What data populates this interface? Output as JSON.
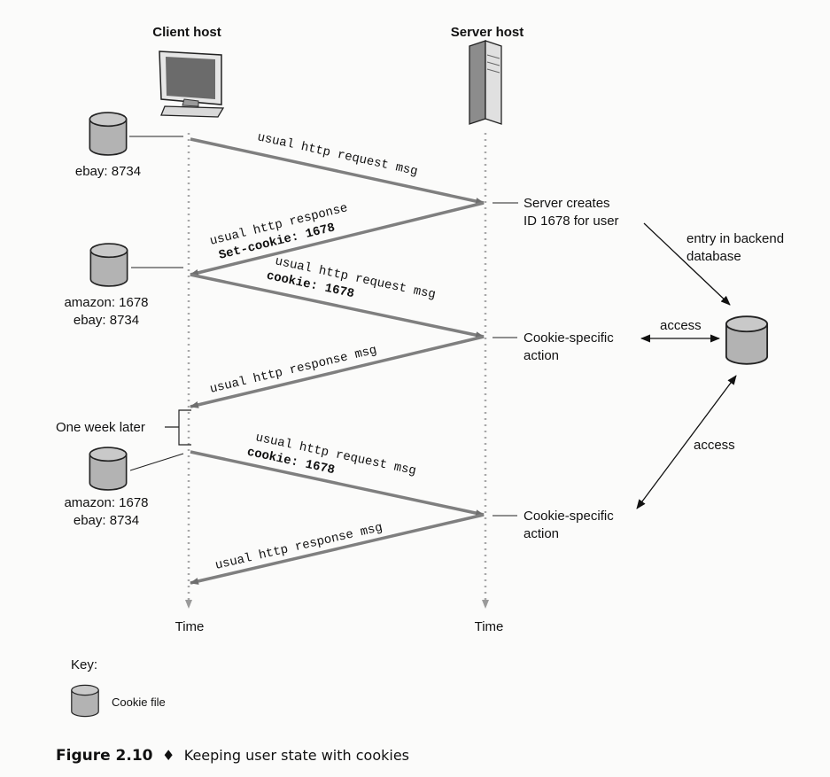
{
  "headers": {
    "client": "Client host",
    "server": "Server host"
  },
  "client_stores": {
    "store1": [
      "ebay: 8734"
    ],
    "store2": [
      "amazon: 1678",
      "ebay: 8734"
    ],
    "store3": [
      "amazon: 1678",
      "ebay: 8734"
    ]
  },
  "messages": {
    "m1": [
      "usual http request msg"
    ],
    "m2": [
      "usual http response",
      "Set-cookie: 1678"
    ],
    "m3": [
      "usual http request msg",
      "cookie: 1678"
    ],
    "m4": [
      "usual http response msg"
    ],
    "m5": [
      "usual http request msg",
      "cookie: 1678"
    ],
    "m6": [
      "usual http response msg"
    ]
  },
  "server_notes": {
    "create": [
      "Server creates",
      "ID 1678 for user"
    ],
    "action1": [
      "Cookie-specific",
      "action"
    ],
    "action2": [
      "Cookie-specific",
      "action"
    ]
  },
  "backend": {
    "entry": [
      "entry in backend",
      "database"
    ],
    "access1": "access",
    "access2": "access"
  },
  "one_week_later": "One week later",
  "time_label": "Time",
  "key": {
    "title": "Key:",
    "cookie_file": "Cookie file"
  },
  "caption": {
    "figure": "Figure 2.10",
    "diamond": "♦",
    "text": "Keeping user state with cookies"
  },
  "colors": {
    "arrow": "#7f7f7f",
    "lifeline": "#a8a8a8",
    "cylinder": "#b3b3b3"
  }
}
